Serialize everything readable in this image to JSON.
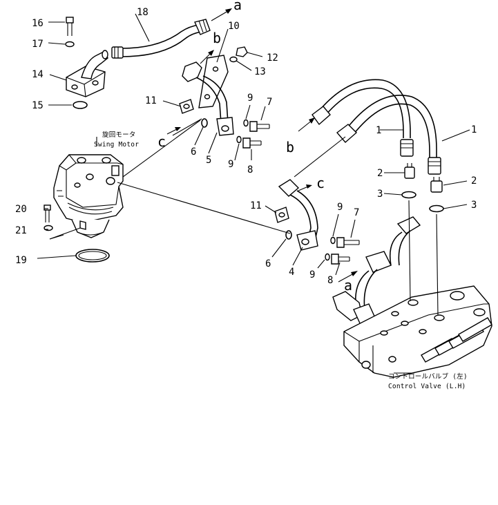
{
  "parts": {
    "p1a": "1",
    "p1b": "1",
    "p2a": "2",
    "p2b": "2",
    "p3a": "3",
    "p3b": "3",
    "p4": "4",
    "p5": "5",
    "p6a": "6",
    "p6b": "6",
    "p7a": "7",
    "p7b": "7",
    "p8a": "8",
    "p8b": "8",
    "p9a": "9",
    "p9b": "9",
    "p9c": "9",
    "p9d": "9",
    "p10": "10",
    "p11a": "11",
    "p11b": "11",
    "p12": "12",
    "p13": "13",
    "p14": "14",
    "p15": "15",
    "p16": "16",
    "p17": "17",
    "p18": "18",
    "p19": "19",
    "p20": "20",
    "p21": "21"
  },
  "connections": {
    "a1": "a",
    "a2": "a",
    "b1": "b",
    "b2": "b",
    "c1": "c",
    "c2": "c"
  },
  "captions": {
    "swing_motor_jp": "旋回モータ",
    "swing_motor_en": "Swing Motor",
    "control_valve_jp": "コントロールバルブ (左)",
    "control_valve_en": "Control Valve (L.H)"
  }
}
